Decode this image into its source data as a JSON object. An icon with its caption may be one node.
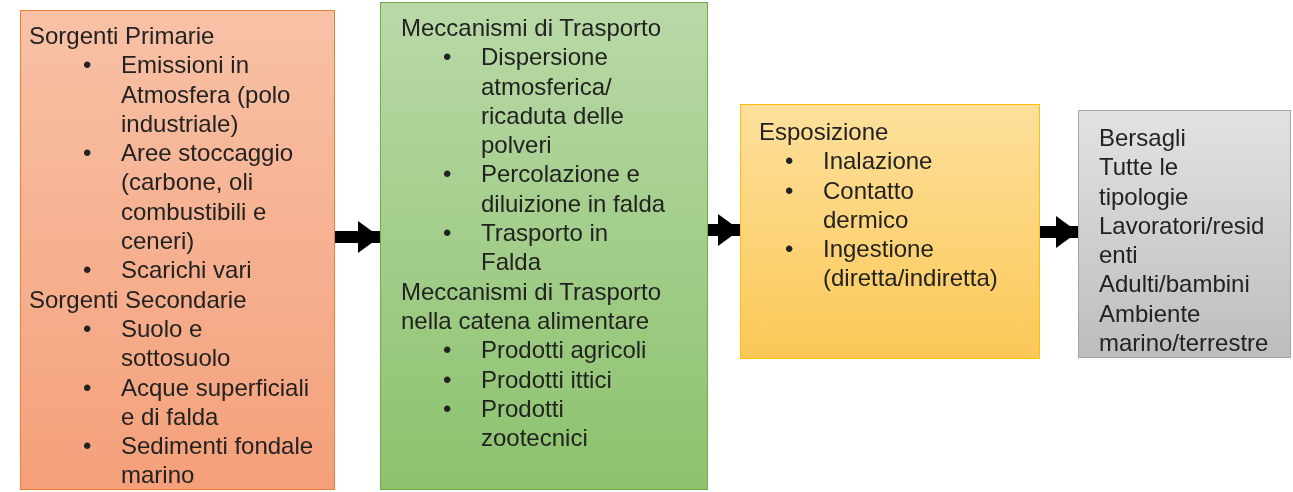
{
  "diagram": {
    "nodes": [
      {
        "text": [
          "Sorgenti Primarie",
          "•",
          "Emissioni in Atmosfera (polo industriale)",
          "•",
          "Aree stoccaggio (carbone, oli combustibili e ceneri)",
          "•",
          "Scarichi vari",
          "Sorgenti Secondarie",
          "•",
          "Suolo e sottosuolo",
          "•",
          "Acque superficiali e di falda",
          "•",
          "Sedimenti fondale marino"
        ]
      },
      {
        "text": [
          "Meccanismi di Trasporto",
          "•",
          "Dispersione atmosferica/ ricaduta delle polveri",
          "•",
          "Percolazione e diluizione in falda",
          "•",
          "Trasporto in Falda",
          "Meccanismi di Trasporto nella catena alimentare",
          "•",
          "Prodotti agricoli",
          "•",
          "Prodotti ittici",
          "•",
          "Prodotti zootecnici"
        ]
      },
      {
        "text": [
          "Esposizione",
          "•",
          "Inalazione",
          "•",
          "Contatto dermico",
          "•",
          "Ingestione (diretta/indiretta)"
        ]
      },
      {
        "text": [
          "Bersagli",
          "Tutte le tipologie",
          "Lavoratori/residenti",
          "Adulti/bambini",
          "Ambiente marino/terrestre"
        ]
      }
    ],
    "edges": [
      {
        "from": 0,
        "to": 1,
        "arrow": "to"
      },
      {
        "from": 1,
        "to": 2,
        "arrow": "to"
      },
      {
        "from": 2,
        "to": 3,
        "arrow": "to"
      }
    ]
  }
}
